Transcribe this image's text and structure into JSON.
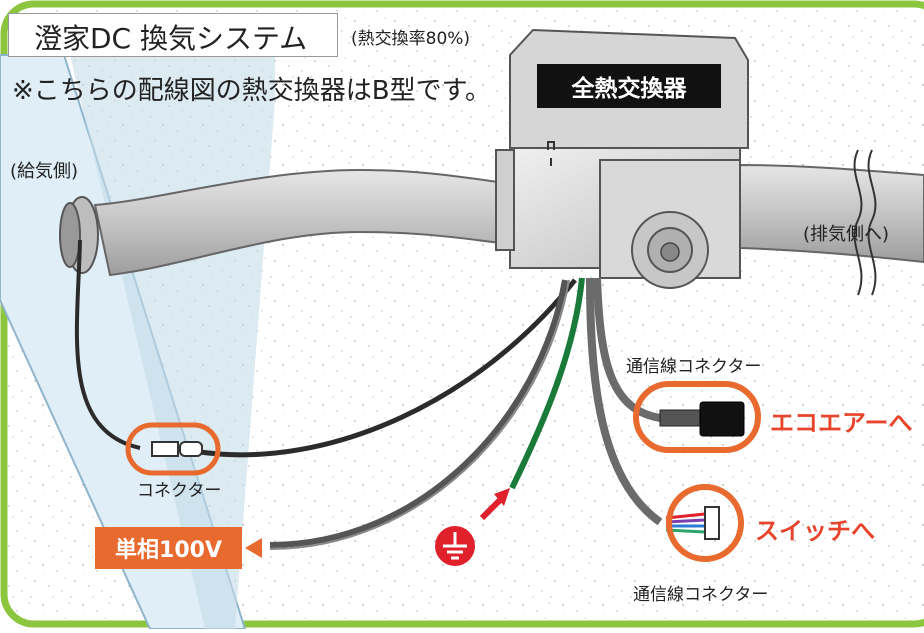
{
  "title": {
    "main": "澄家DC 換気システム",
    "sub": "(熱交換率80%)"
  },
  "note": "※こちらの配線図の熱交換器はB型です。",
  "heat_exchanger_label": "全熱交換器",
  "labels": {
    "supply_side": "(給気側)",
    "exhaust_side": "(排気側へ)",
    "connector": "コネクター",
    "comm_connector_top": "通信線コネクター",
    "comm_connector_bottom": "通信線コネクター",
    "to_ecoair": "エコエアーへ",
    "to_switch": "スイッチへ",
    "single_phase": "単相100V"
  },
  "colors": {
    "frame_green": "#8cc63f",
    "accent_orange": "#e86a2e",
    "highlight_red": "#e8442b",
    "ground_red": "#e0202a",
    "ground_wire": "#1a7a3a",
    "cable_dark": "#2b2b2b",
    "cable_gray": "#6b6b6b",
    "duct_gray": "#c9c9c9"
  },
  "icons": [
    "ground-icon",
    "arrow-icon",
    "plug-icon"
  ]
}
